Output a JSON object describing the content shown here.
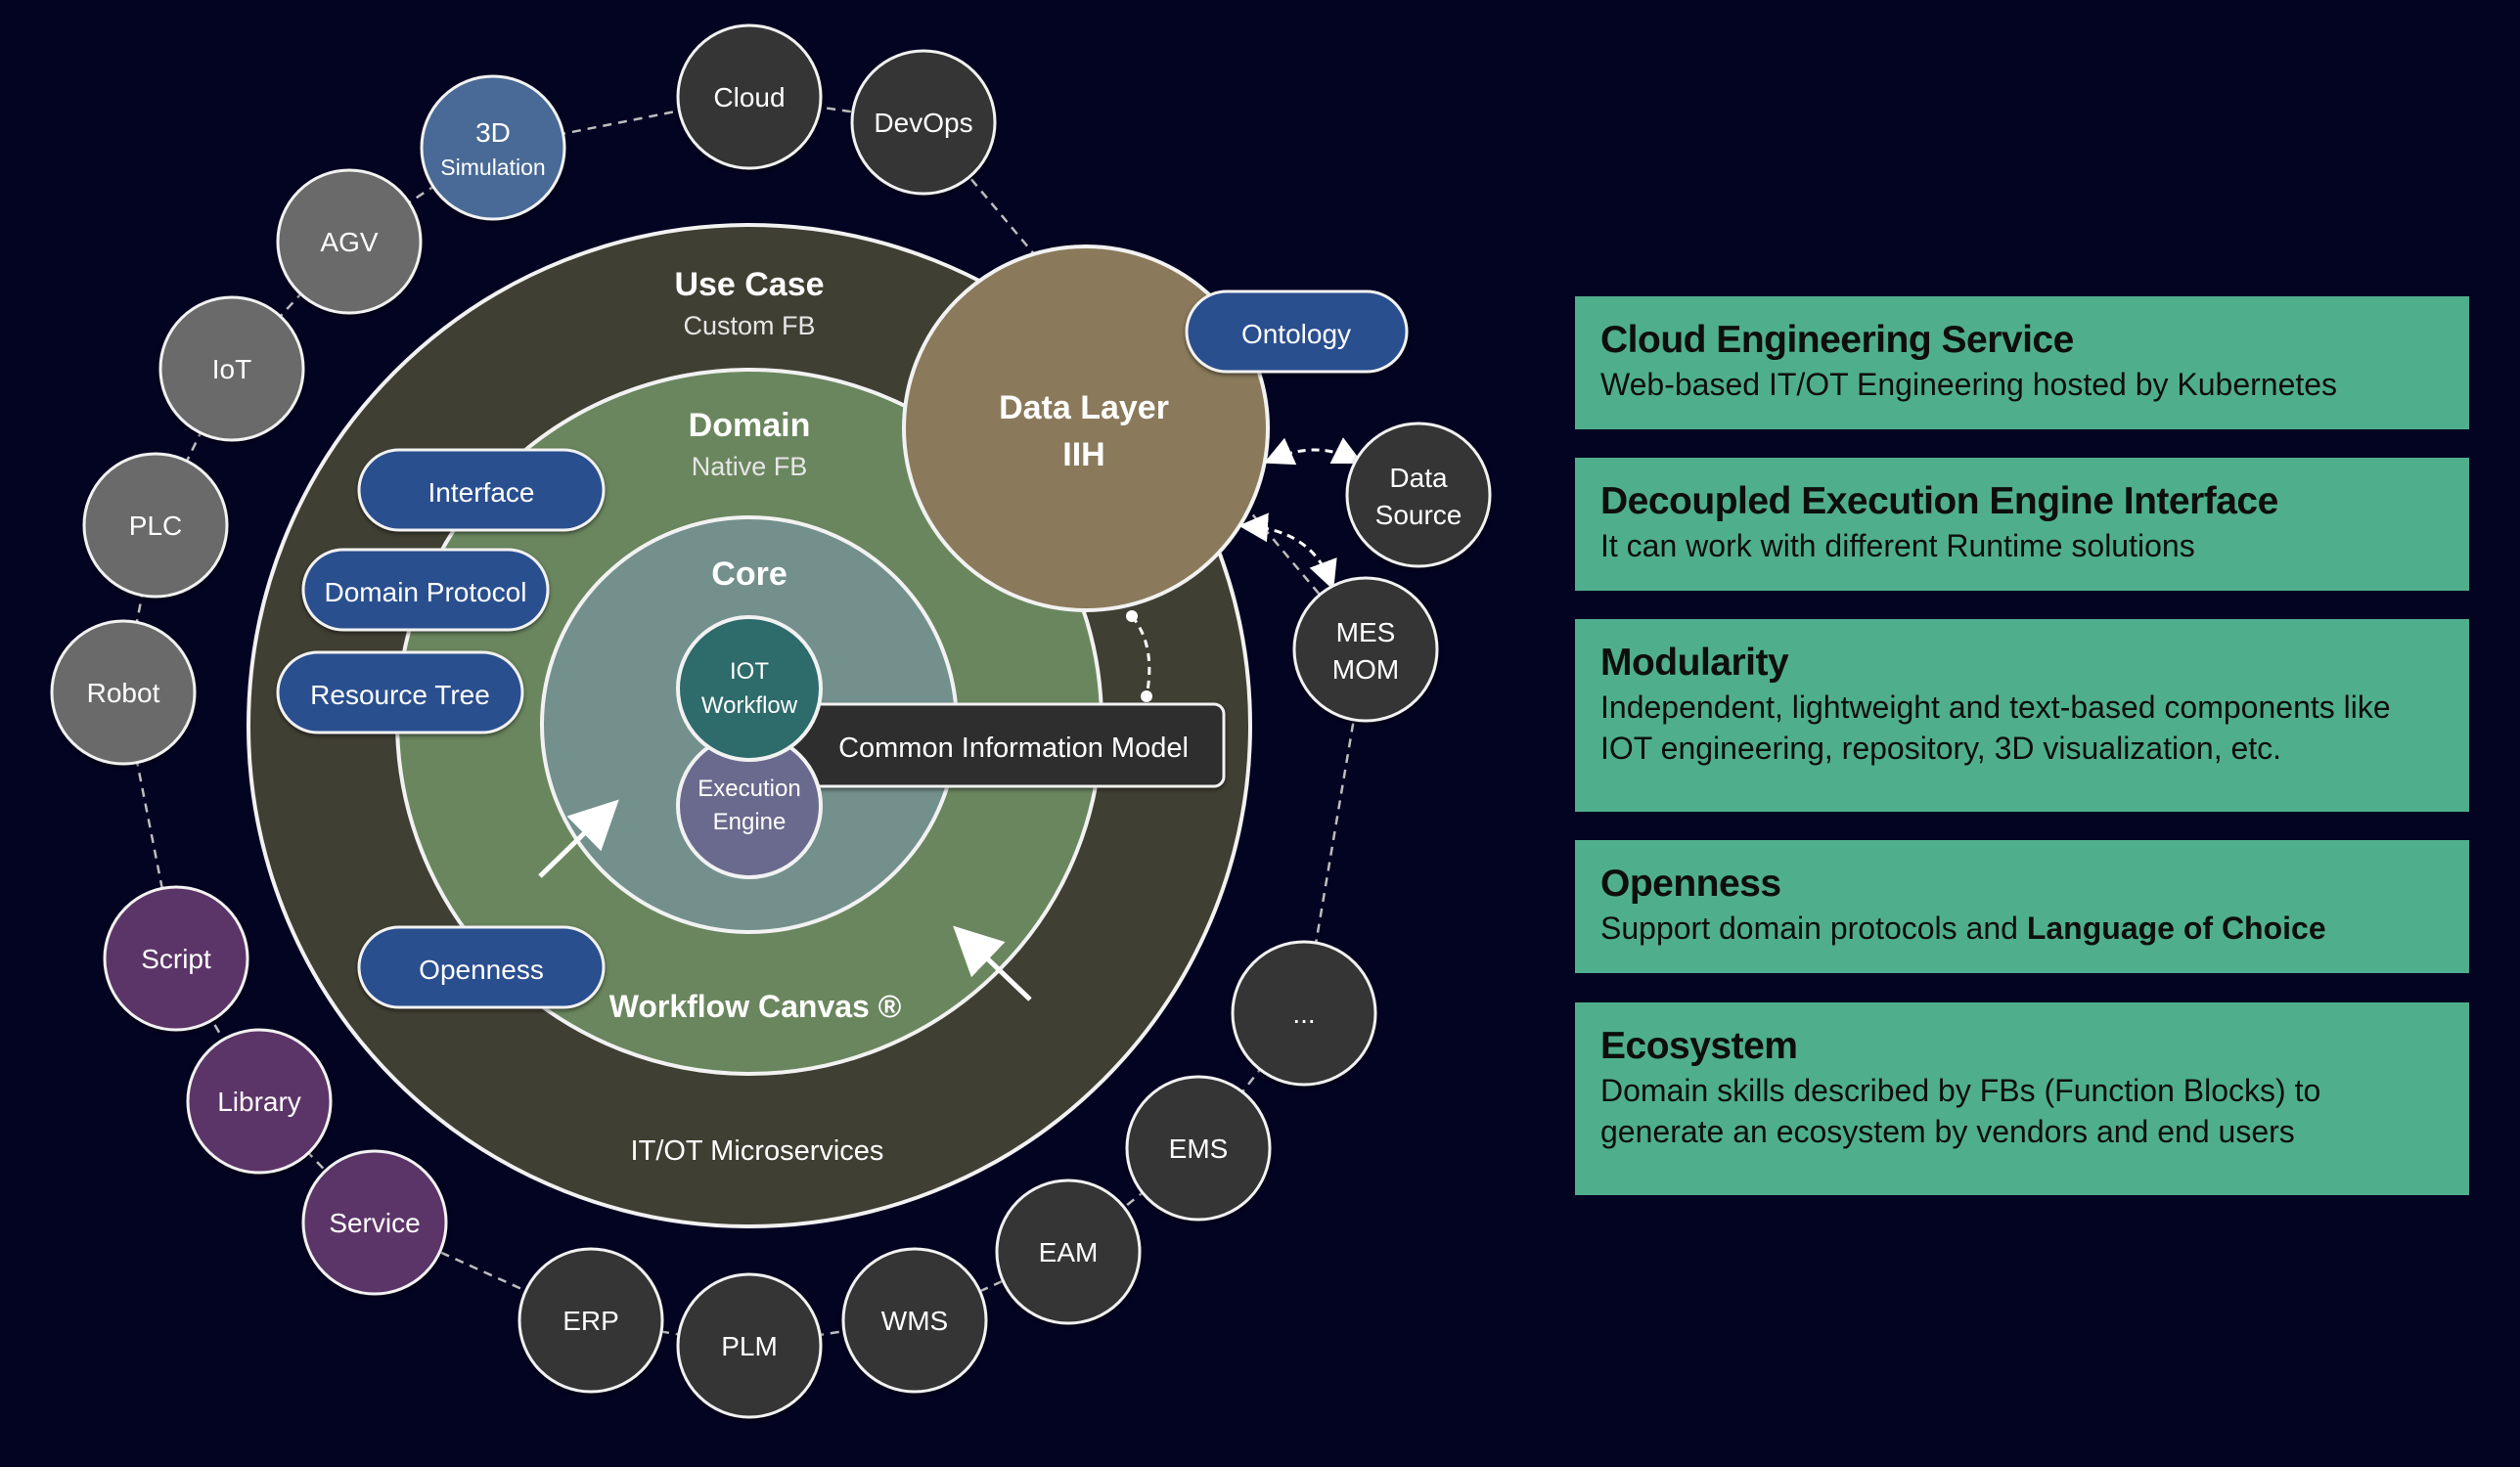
{
  "diagram": {
    "rings": {
      "outer": {
        "title": "Use Case",
        "subtitle": "Custom FB",
        "footer": "IT/OT Microservices"
      },
      "domain": {
        "title": "Domain",
        "subtitle": "Native FB",
        "footer": "Workflow Canvas ®"
      },
      "core": {
        "title": "Core"
      }
    },
    "core_nodes": {
      "iot_workflow": [
        "IOT",
        "Workflow"
      ],
      "execution_engine": [
        "Execution",
        "Engine"
      ]
    },
    "data_layer": [
      "Data Layer",
      "IIH"
    ],
    "common_information_model": "Common Information Model",
    "pills": {
      "interface": "Interface",
      "domain_protocol": "Domain Protocol",
      "resource_tree": "Resource Tree",
      "openness": "Openness",
      "ontology": "Ontology"
    },
    "satellites": [
      {
        "id": "cloud",
        "lines": [
          "Cloud"
        ],
        "kind": "dark"
      },
      {
        "id": "devops",
        "lines": [
          "DevOps"
        ],
        "kind": "dark"
      },
      {
        "id": "3d-simulation",
        "lines": [
          "3D",
          "Simulation"
        ],
        "kind": "blue"
      },
      {
        "id": "agv",
        "lines": [
          "AGV"
        ],
        "kind": "gray"
      },
      {
        "id": "iot",
        "lines": [
          "IoT"
        ],
        "kind": "gray"
      },
      {
        "id": "plc",
        "lines": [
          "PLC"
        ],
        "kind": "gray"
      },
      {
        "id": "robot",
        "lines": [
          "Robot"
        ],
        "kind": "gray"
      },
      {
        "id": "data-source",
        "lines": [
          "Data",
          "Source"
        ],
        "kind": "dark"
      },
      {
        "id": "mes-mom",
        "lines": [
          "MES",
          "MOM"
        ],
        "kind": "dark"
      },
      {
        "id": "more",
        "lines": [
          "..."
        ],
        "kind": "dark"
      },
      {
        "id": "ems",
        "lines": [
          "EMS"
        ],
        "kind": "dark"
      },
      {
        "id": "eam",
        "lines": [
          "EAM"
        ],
        "kind": "dark"
      },
      {
        "id": "wms",
        "lines": [
          "WMS"
        ],
        "kind": "dark"
      },
      {
        "id": "plm",
        "lines": [
          "PLM"
        ],
        "kind": "dark"
      },
      {
        "id": "erp",
        "lines": [
          "ERP"
        ],
        "kind": "dark"
      },
      {
        "id": "script",
        "lines": [
          "Script"
        ],
        "kind": "purple"
      },
      {
        "id": "library",
        "lines": [
          "Library"
        ],
        "kind": "purple"
      },
      {
        "id": "service",
        "lines": [
          "Service"
        ],
        "kind": "purple"
      }
    ]
  },
  "features": [
    {
      "title": "Cloud Engineering Service",
      "desc": "Web-based IT/OT Engineering hosted by Kubernetes"
    },
    {
      "title": "Decoupled Execution Engine Interface",
      "desc": "It can work with different Runtime solutions"
    },
    {
      "title": "Modularity",
      "desc": "Independent, lightweight and text-based components like IOT engineering, repository, 3D visualization, etc."
    },
    {
      "title": "Openness",
      "desc_prefix": "Support domain protocols and ",
      "desc_bold": "Language of Choice"
    },
    {
      "title": "Ecosystem",
      "desc": "Domain skills described by FBs (Function Blocks) to generate an ecosystem by vendors and end users"
    }
  ],
  "colors": {
    "background": "#030322",
    "outer_ring": "#403f33",
    "domain_ring": "#6a865e",
    "core": "#73908d",
    "data_layer": "#8a7a5b",
    "iot_workflow": "#2e6b6b",
    "execution_engine": "#6a6a8e",
    "pill": "#2c4f8f",
    "satellite_dark": "#343434",
    "satellite_gray": "#6b6b6b",
    "satellite_blue": "#4a6a96",
    "satellite_purple": "#5c3468",
    "panel": "#4faf8c"
  }
}
